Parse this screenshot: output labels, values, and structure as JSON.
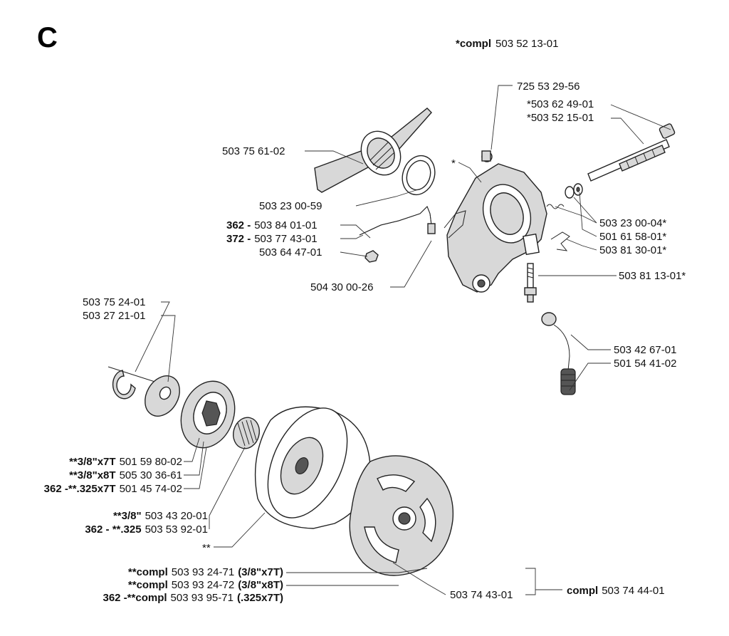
{
  "section_letter": "C",
  "header": {
    "prefix": "*compl",
    "number": "503 52 13-01"
  },
  "labels": {
    "l725": "725 53 29-56",
    "l503624901": "*503 62 49-01",
    "l503521501": "*503 52 15-01",
    "l503756102": "503 75 61-02",
    "star": "*",
    "l503230059": "503 23 00-59",
    "l362_prefix": "362 -",
    "l362_num": "503 84 01-01",
    "l372_prefix": "372 -",
    "l372_num": "503 77 43-01",
    "l503644701": "503 64 47-01",
    "l504300026": "504 30 00-26",
    "l50323000104": "503 23 00-04*",
    "l501615801": "501 61 58-01*",
    "l503813001": "503 81 30-01*",
    "l503811301": "503 81 13-01*",
    "l503426701": "503 42 67-01",
    "l501544102": "501 54 41-02",
    "l503752401": "503 75 24-01",
    "l503272101": "503 27 21-01",
    "r1_prefix": "**3/8\"x7T",
    "r1_num": "501 59 80-02",
    "r2_prefix": "**3/8\"x8T",
    "r2_num": "505 30 36-61",
    "r3_prefix": "362 -**.325x7T",
    "r3_num": "501 45 74-02",
    "b1_prefix": "**3/8\"",
    "b1_num": "503 43 20-01",
    "b2_prefix": "362 - **.325",
    "b2_num": "503 53 92-01",
    "dstar": "**",
    "d1_prefix": "**compl",
    "d1_num": "503 93 24-71",
    "d1_suffix": "(3/8\"x7T)",
    "d2_prefix": "**compl",
    "d2_num": "503 93 24-72",
    "d2_suffix": "(3/8\"x8T)",
    "d3_prefix": "362 -**compl",
    "d3_num": "503 93 95-71",
    "d3_suffix": "(.325x7T)",
    "l503744301": "503 74 43-01",
    "c_prefix": "compl",
    "c_num": "503 74 44-01"
  }
}
